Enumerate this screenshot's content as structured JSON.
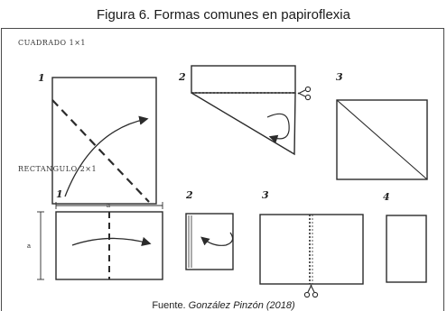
{
  "figure": {
    "title": "Figura 6.  Formas comunes en papiroflexia",
    "source_prefix": "Fuente. ",
    "source_author": "González Pinzón (2018)"
  },
  "square_section": {
    "heading": "CUADRADO 1×1",
    "steps": [
      "1",
      "2",
      "3"
    ]
  },
  "rect_section": {
    "heading": "RECTANGULO 2×1",
    "steps": [
      "1",
      "2",
      "3",
      "4"
    ],
    "dim_top": "a",
    "dim_side": "a"
  },
  "colors": {
    "line": "#2b2b2b",
    "frame": "#4a4a4a"
  },
  "icons": [
    "scissors-icon",
    "fold-arrow-icon"
  ]
}
